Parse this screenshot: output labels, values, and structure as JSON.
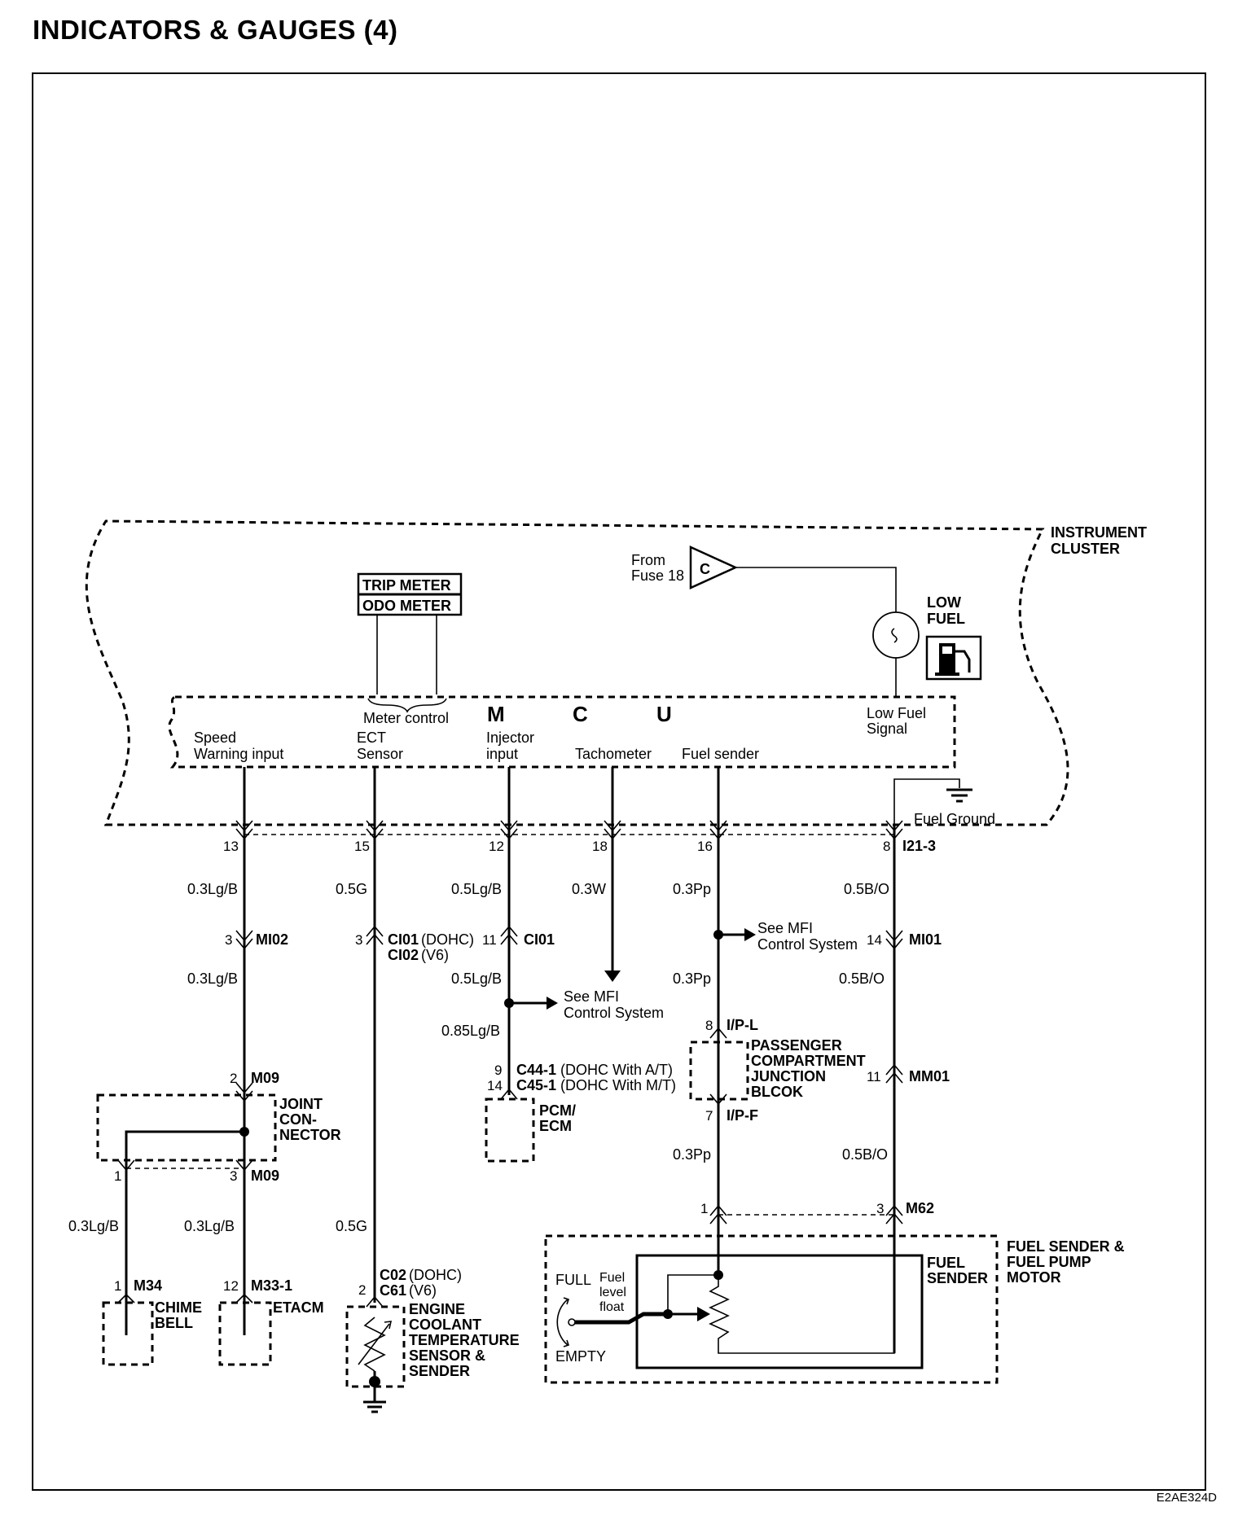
{
  "title": "INDICATORS & GAUGES (4)",
  "doc_code": "E2AE324D",
  "instrument_cluster": {
    "label1": "INSTRUMENT",
    "label2": "CLUSTER"
  },
  "trip_meter": "TRIP METER",
  "odo_meter": "ODO METER",
  "meter_control": "Meter control",
  "mcu": {
    "m": "M",
    "c": "C",
    "u": "U"
  },
  "fuse": {
    "line1": "From",
    "line2": "Fuse 18",
    "connector": "C"
  },
  "low_fuel": {
    "line1": "LOW",
    "line2": "FUEL"
  },
  "low_fuel_signal": {
    "line1": "Low Fuel",
    "line2": "Signal"
  },
  "fuel_ground": "Fuel Ground",
  "inputs": {
    "speed1": "Speed",
    "speed2": "Warning input",
    "ect1": "ECT",
    "ect2": "Sensor",
    "inj1": "Injector",
    "inj2": "input",
    "tach": "Tachometer",
    "fuel": "Fuel sender"
  },
  "pins": {
    "p13": "13",
    "p15": "15",
    "p12": "12",
    "p18": "18",
    "p16": "16",
    "p8": "8",
    "i21": "I21-3",
    "w1a": "0.3Lg/B",
    "w2a": "0.5G",
    "w3a": "0.5Lg/B",
    "w4a": "0.3W",
    "w5a": "0.3Pp",
    "w6a": "0.5B/O",
    "mi02_pin": "3",
    "mi02": "MI02",
    "ci01_pin": "3",
    "ci01": "CI01",
    "ci01_dohc": "(DOHC)",
    "ci02": "CI02",
    "ci02_v6": "(V6)",
    "ci01b_pin": "11",
    "ci01b": "CI01",
    "mi01_pin": "14",
    "mi01": "MI01",
    "w1b": "0.3Lg/B",
    "w3b": "0.5Lg/B",
    "w5b": "0.3Pp",
    "w6b": "0.5B/O",
    "w3c": "0.85Lg/B",
    "see_mfi1": "See MFI",
    "see_mfi2": "Control System",
    "see_mfi3": "See MFI",
    "see_mfi4": "Control System",
    "c44_pin": "9",
    "c44": "C44-1",
    "c44_desc": "(DOHC With A/T)",
    "c45_pin": "14",
    "c45": "C45-1",
    "c45_desc": "(DOHC With M/T)",
    "pcm1": "PCM/",
    "pcm2": "ECM",
    "m09a_pin": "2",
    "m09a": "M09",
    "joint1": "JOINT",
    "joint2": "CON-",
    "joint3": "NECTOR",
    "m09b_pin1": "1",
    "m09b_pin3": "3",
    "m09b": "M09",
    "ipl_pin": "8",
    "ipl": "I/P-L",
    "pcjb1": "PASSENGER",
    "pcjb2": "COMPARTMENT",
    "pcjb3": "JUNCTION",
    "pcjb4": "BLCOK",
    "mm01_pin": "11",
    "mm01": "MM01",
    "ipf_pin": "7",
    "ipf": "I/P-F",
    "w5c": "0.3Pp",
    "w6c": "0.5B/O",
    "m62_pin1": "1",
    "m62_pin3": "3",
    "m62": "M62",
    "w1c": "0.3Lg/B",
    "w1d": "0.3Lg/B",
    "w2b": "0.5G",
    "m34_pin": "1",
    "m34": "M34",
    "m33_pin": "12",
    "m33": "M33-1",
    "chime1": "CHIME",
    "chime2": "BELL",
    "etacm": "ETACM",
    "c02_pin": "2",
    "c02": "C02",
    "c02_dohc": "(DOHC)",
    "c61": "C61",
    "c61_v6": "(V6)",
    "ect_s1": "ENGINE",
    "ect_s2": "COOLANT",
    "ect_s3": "TEMPERATURE",
    "ect_s4": "SENSOR &",
    "ect_s5": "SENDER",
    "fsm1": "FUEL SENDER &",
    "fsm2": "FUEL PUMP",
    "fsm3": "MOTOR",
    "fs1": "FUEL",
    "fs2": "SENDER",
    "full": "FULL",
    "empty": "EMPTY",
    "float1": "Fuel",
    "float2": "level",
    "float3": "float"
  }
}
